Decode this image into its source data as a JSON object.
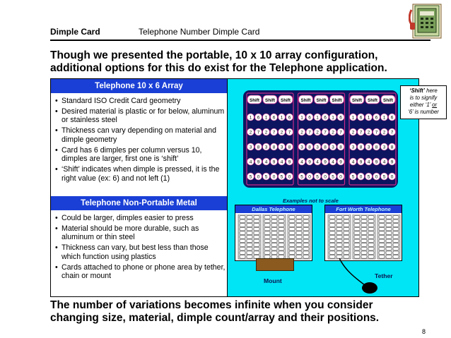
{
  "header": {
    "left": "Dimple Card",
    "right": "Telephone Number Dimple Card"
  },
  "intro": "Though we presented the portable, 10 x 10 array configuration, additional options for this do exist for the Telephone application.",
  "outro": "The number of variations becomes infinite when you consider changing size, material, dimple count/array and their positions.",
  "page_number": "8",
  "section1": {
    "title": "Telephone 10 x 6 Array",
    "bullets": [
      "Standard ISO Credit Card geometry",
      "Desired material is plastic or for below, aluminum or stainless steel",
      "Thickness can vary depending on material and dimple geometry",
      "Card has 6 dimples per column versus 10, dimples are larger, first one is ‘shift’",
      "‘Shift’ indicates when dimple is pressed, it is the right value (ex: 6) and not left (1)"
    ]
  },
  "section2": {
    "title": "Telephone Non-Portable Metal",
    "bullets": [
      "Could be larger, dimples easier to press",
      "Material should be more durable, such as aluminum or thin steel",
      "Thickness can vary, but best less than those which function using plastics",
      "Cards attached to phone or phone area by tether, chain or mount"
    ]
  },
  "card": {
    "shift_label": "Shift",
    "rows": [
      [
        "1",
        "6"
      ],
      [
        "2",
        "7"
      ],
      [
        "3",
        "8"
      ],
      [
        "4",
        "9"
      ],
      [
        "5",
        "0"
      ]
    ],
    "groups": 3,
    "columns_per_group": 3
  },
  "note": {
    "line1": "‘Shift’",
    "line1_rest": " here",
    "line2": "is to signify",
    "line3a": "either ‘1’ ",
    "line3b": "or",
    "line4": "‘6’ is number"
  },
  "examples_label": "Examples not to scale",
  "mini_cards": [
    {
      "title": "Dallas Telephone"
    },
    {
      "title": "Fort Worth Telephone"
    }
  ],
  "mount_label": "Mount",
  "tether_label": "Tether",
  "colors": {
    "header_blue": "#1a3fd6",
    "panel_cyan": "#00e5f5",
    "card_navy": "#0d1560",
    "mount_brown": "#8b5a1e"
  }
}
